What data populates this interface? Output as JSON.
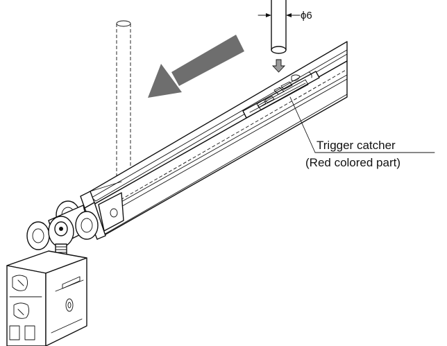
{
  "dimension": {
    "diameter_label": "ϕ6"
  },
  "callout": {
    "line1": "Trigger catcher",
    "line2": "(Red colored part)"
  },
  "colors": {
    "line": "#111111",
    "arrow_fill": "#6e6e6e",
    "background": "#ffffff"
  }
}
